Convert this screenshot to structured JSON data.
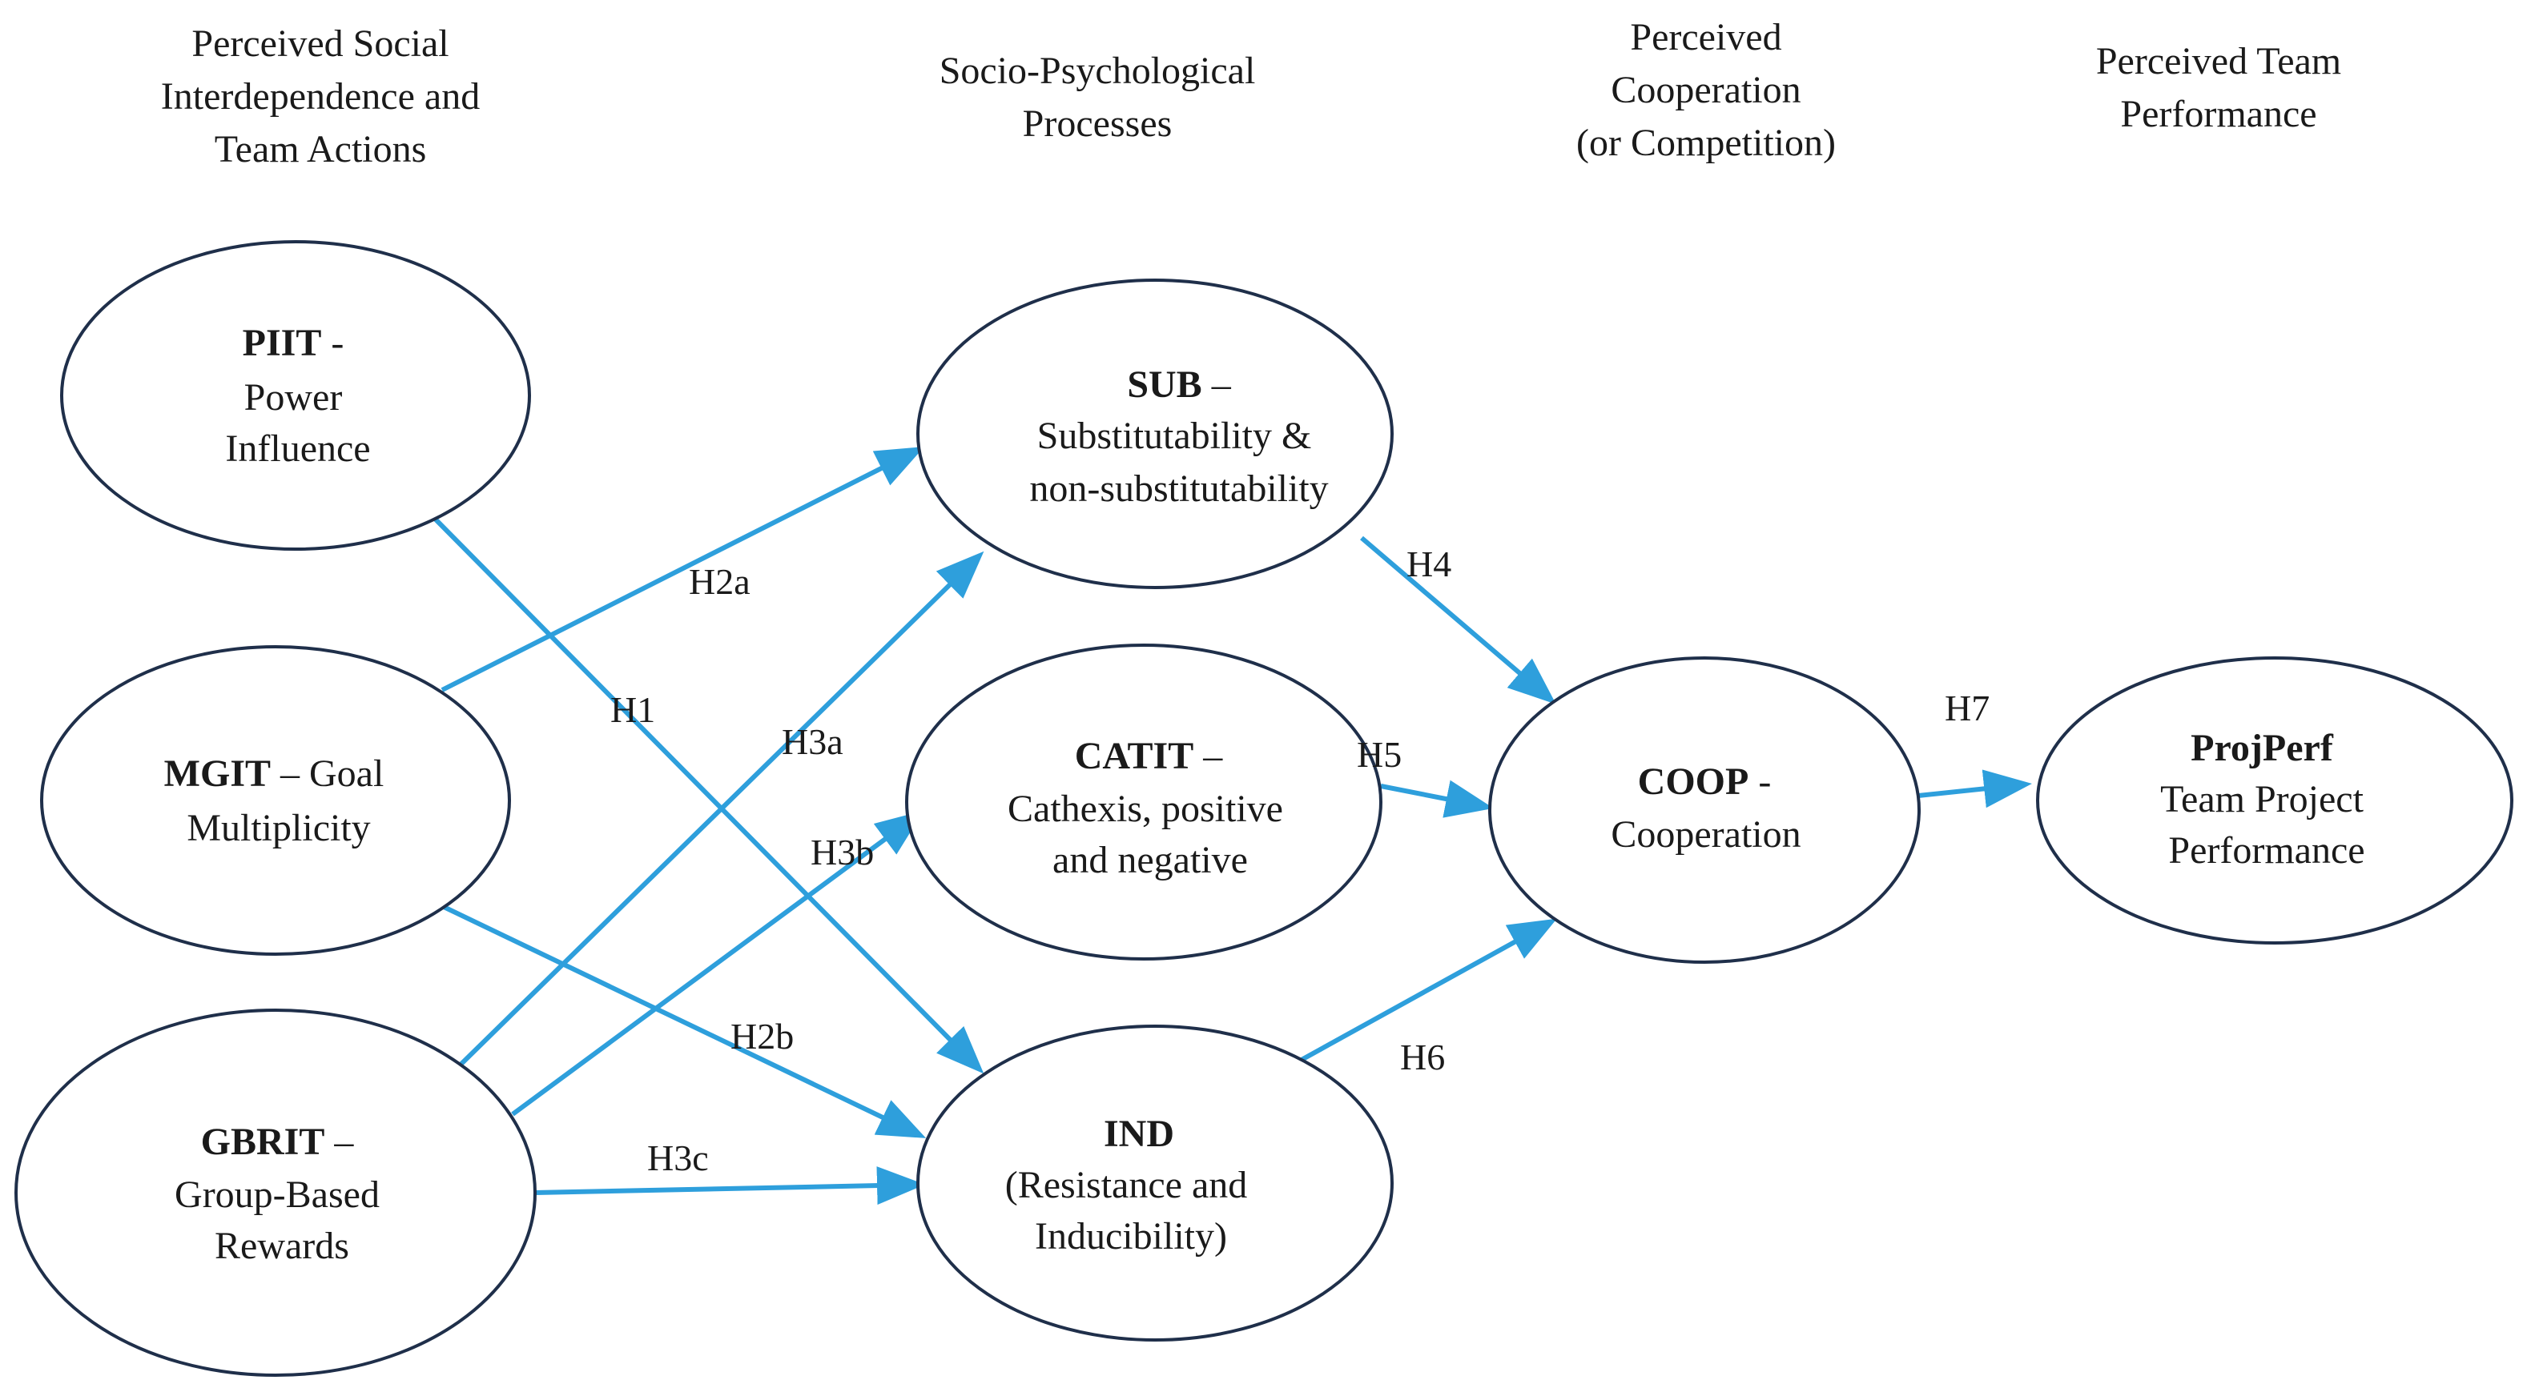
{
  "column_headers": [
    [
      "Perceived Social",
      "Interdependence and",
      "Team Actions"
    ],
    [
      "Socio-Psychological",
      "Processes"
    ],
    [
      "Perceived",
      "Cooperation",
      "(or Competition)"
    ],
    [
      "Perceived Team",
      "Performance"
    ]
  ],
  "nodes": {
    "piit": {
      "code": "PIIT",
      "sep": " -",
      "lines": [
        "Power",
        "Influence"
      ]
    },
    "mgit": {
      "code": "MGIT",
      "sep": " – Goal",
      "lines": [
        "Multiplicity"
      ]
    },
    "gbrit": {
      "code": "GBRIT",
      "sep": " –",
      "lines": [
        "Group-Based",
        "Rewards"
      ]
    },
    "sub": {
      "code": "SUB",
      "sep": " –",
      "lines": [
        "Substitutability &",
        "non-substitutability"
      ]
    },
    "catit": {
      "code": "CATIT",
      "sep": " –",
      "lines": [
        "Cathexis, positive",
        "and negative"
      ]
    },
    "ind": {
      "code": "IND",
      "sep": "",
      "lines": [
        "(Resistance and",
        "Inducibility)"
      ]
    },
    "coop": {
      "code": "COOP",
      "sep": " -",
      "lines": [
        "Cooperation"
      ]
    },
    "projperf": {
      "code": "ProjPerf",
      "sep": "",
      "lines": [
        "Team Project",
        "Performance"
      ]
    }
  },
  "hypotheses": {
    "h1": "H1",
    "h2a": "H2a",
    "h2b": "H2b",
    "h3a": "H3a",
    "h3b": "H3b",
    "h3c": "H3c",
    "h4": "H4",
    "h5": "H5",
    "h6": "H6",
    "h7": "H7"
  },
  "colors": {
    "arrow": "#2e9fdc",
    "ellipse_stroke": "#1f2f4a",
    "text": "#1a1a1a"
  }
}
